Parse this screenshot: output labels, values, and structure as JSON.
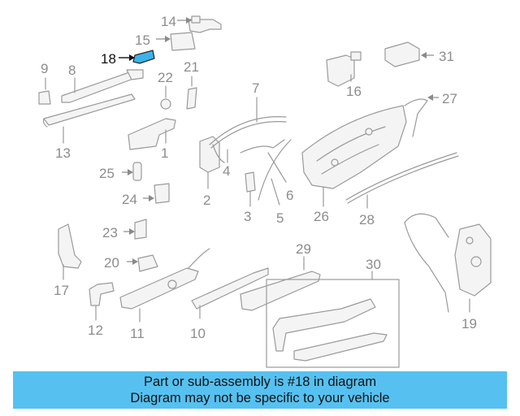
{
  "diagram": {
    "highlight_color": "#3bb3e8",
    "labels": {
      "l1": "1",
      "l2": "2",
      "l3": "3",
      "l4": "4",
      "l5": "5",
      "l6": "6",
      "l7": "7",
      "l8": "8",
      "l9": "9",
      "l10": "10",
      "l11": "11",
      "l12": "12",
      "l13": "13",
      "l14": "14",
      "l15": "15",
      "l16": "16",
      "l17": "17",
      "l18": "18",
      "l19": "19",
      "l20": "20",
      "l21": "21",
      "l22": "22",
      "l23": "23",
      "l24": "24",
      "l25": "25",
      "l26": "26",
      "l27": "27",
      "l28": "28",
      "l29": "29",
      "l30": "30",
      "l31": "31"
    }
  },
  "banner": {
    "color": "#56c1f0",
    "line1": "Part or sub-assembly is #18 in diagram",
    "line2": "Diagram may not be specific to your vehicle"
  }
}
